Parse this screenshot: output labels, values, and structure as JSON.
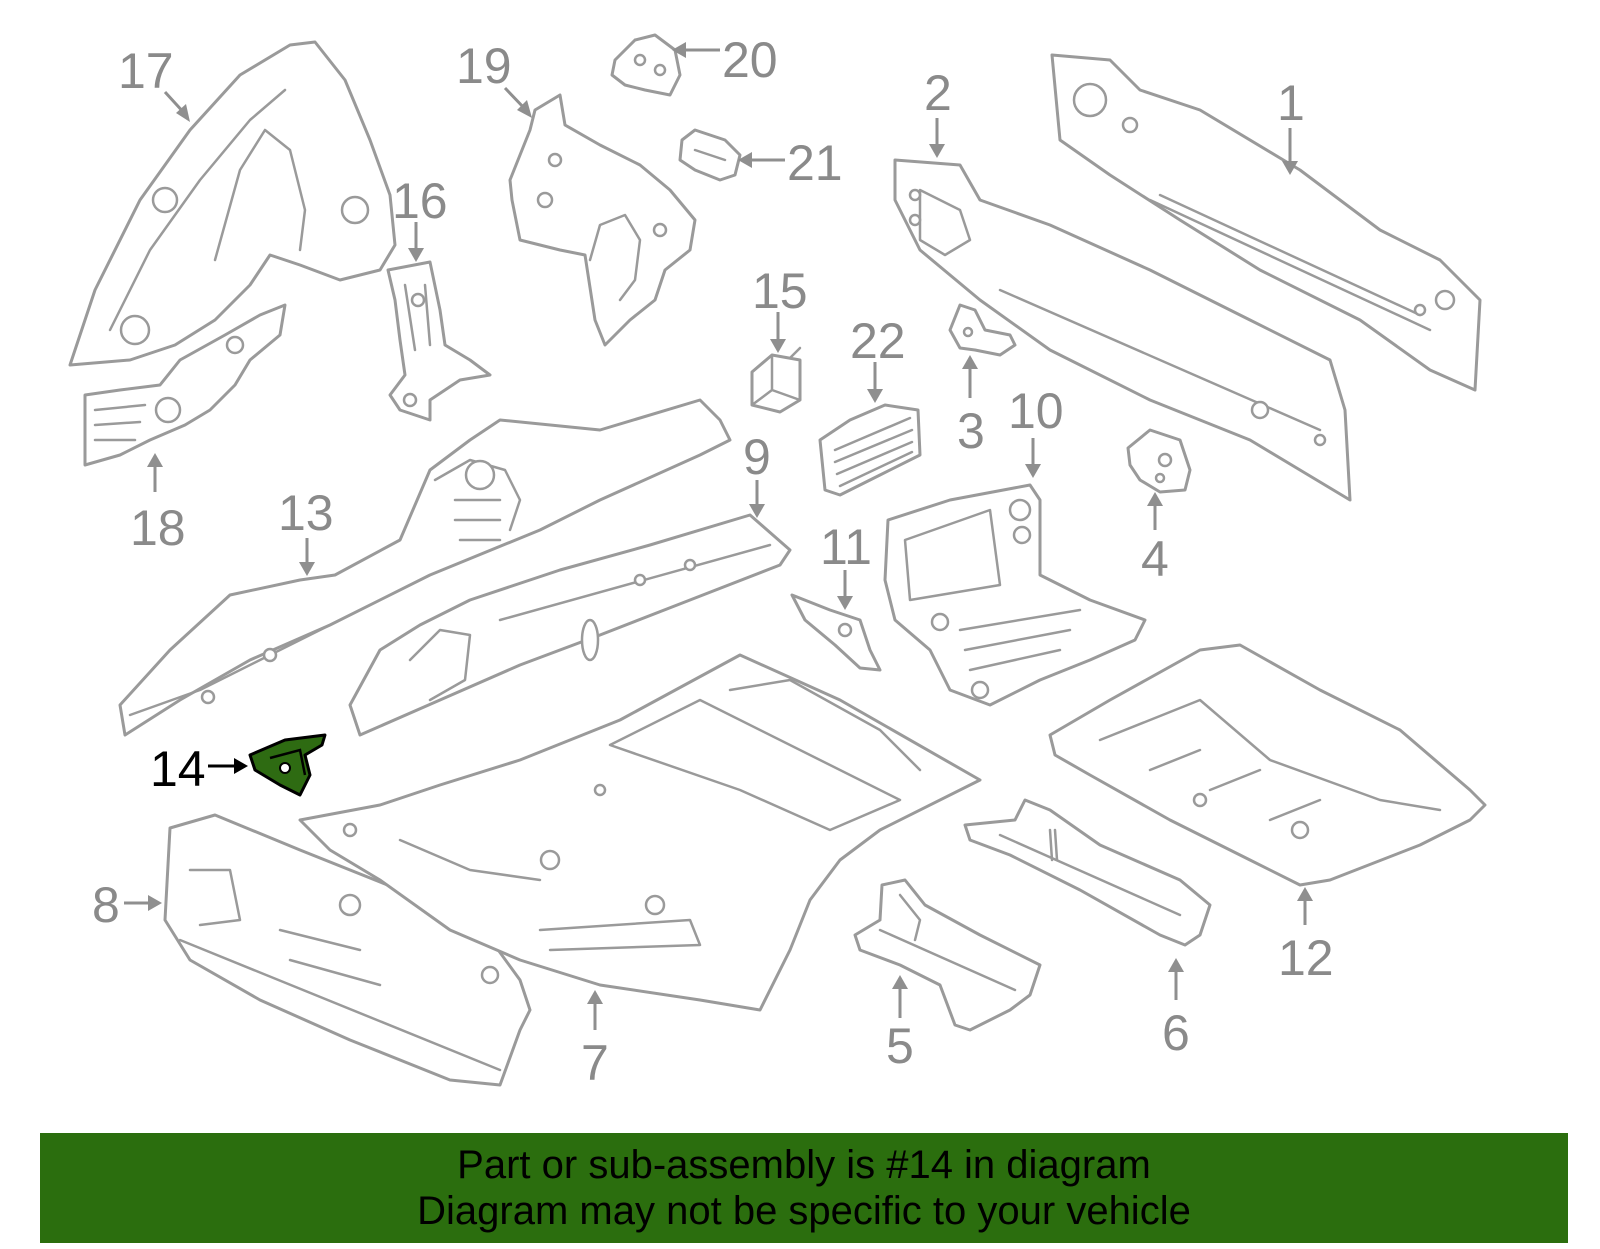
{
  "diagram": {
    "highlighted_part": "14",
    "accent_color": "#2b6e0e",
    "highlight_fill_color": "#2e6b12",
    "line_color": "#9a9a9a",
    "callouts": [
      {
        "id": "c1",
        "label": "1"
      },
      {
        "id": "c2",
        "label": "2"
      },
      {
        "id": "c3",
        "label": "3"
      },
      {
        "id": "c4",
        "label": "4"
      },
      {
        "id": "c5",
        "label": "5"
      },
      {
        "id": "c6",
        "label": "6"
      },
      {
        "id": "c7",
        "label": "7"
      },
      {
        "id": "c8",
        "label": "8"
      },
      {
        "id": "c9",
        "label": "9"
      },
      {
        "id": "c10",
        "label": "10"
      },
      {
        "id": "c11",
        "label": "11"
      },
      {
        "id": "c12",
        "label": "12"
      },
      {
        "id": "c13",
        "label": "13"
      },
      {
        "id": "c14",
        "label": "14"
      },
      {
        "id": "c15",
        "label": "15"
      },
      {
        "id": "c16",
        "label": "16"
      },
      {
        "id": "c17",
        "label": "17"
      },
      {
        "id": "c18",
        "label": "18"
      },
      {
        "id": "c19",
        "label": "19"
      },
      {
        "id": "c20",
        "label": "20"
      },
      {
        "id": "c21",
        "label": "21"
      },
      {
        "id": "c22",
        "label": "22"
      }
    ]
  },
  "banner": {
    "line1": "Part or sub-assembly is #14 in diagram",
    "line2": "Diagram may not be specific to your vehicle"
  }
}
